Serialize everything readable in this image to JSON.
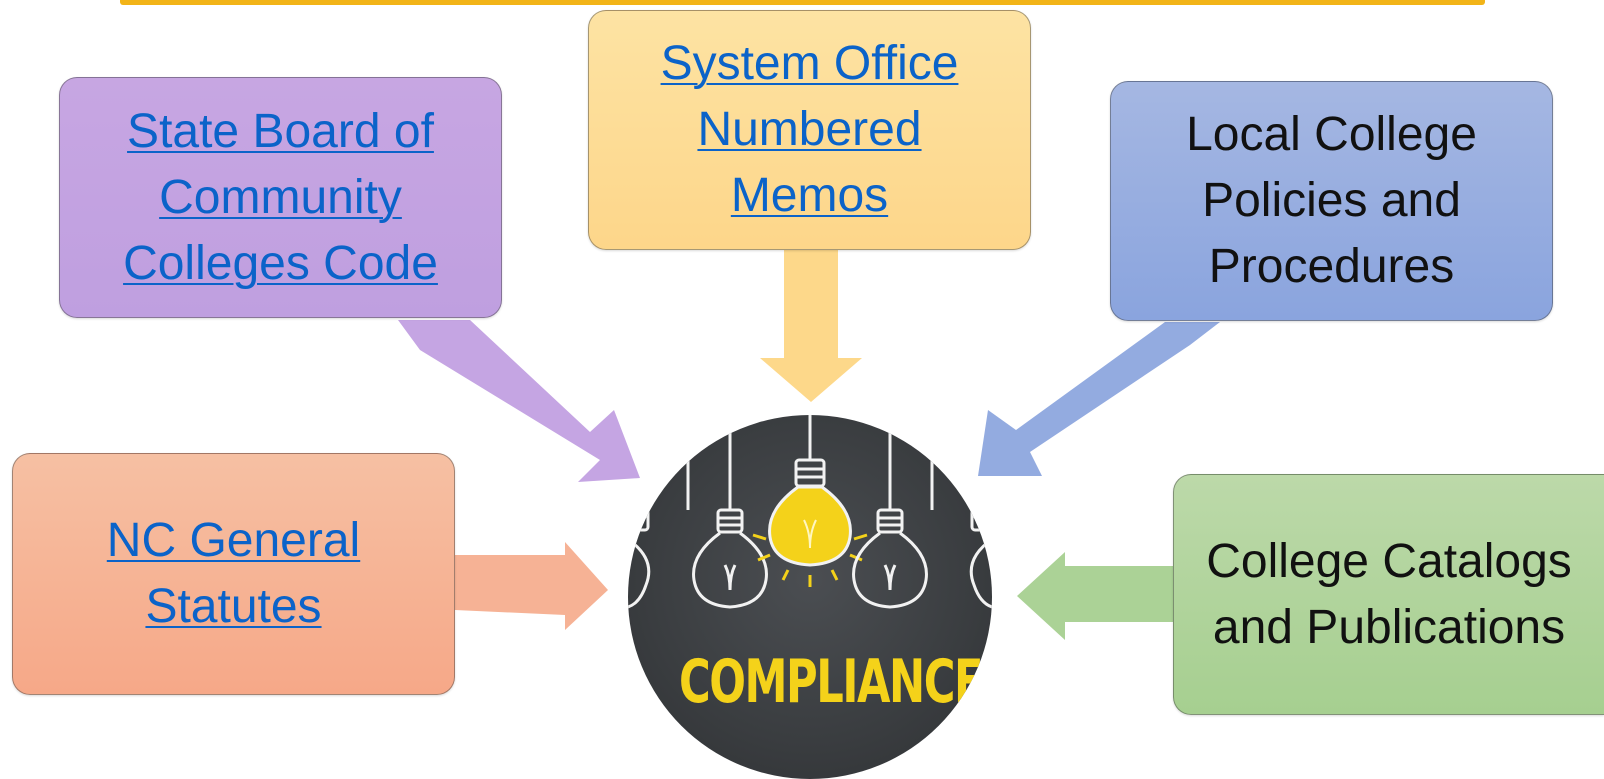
{
  "boxes": {
    "sbcc": {
      "lines": [
        "State Board of",
        "Community",
        "Colleges Code"
      ]
    },
    "som": {
      "lines": [
        "System Office",
        "Numbered",
        "Memos"
      ]
    },
    "lcpp": {
      "lines": [
        "Local College",
        "Policies and",
        "Procedures"
      ]
    },
    "ncgs": {
      "lines": [
        "NC General",
        "Statutes"
      ]
    },
    "ccp": {
      "lines": [
        "College Catalogs",
        "and Publications"
      ]
    }
  },
  "center": {
    "label": "COMPLIANCE"
  },
  "colors": {
    "accent_rule": "#f2b418",
    "link": "#0b63c9",
    "purple": "#c5a5e3",
    "yellow": "#fdd88a",
    "blue": "#93abe0",
    "salmon": "#f6b295",
    "green": "#abd296",
    "bulb_lit": "#f4d21a"
  }
}
